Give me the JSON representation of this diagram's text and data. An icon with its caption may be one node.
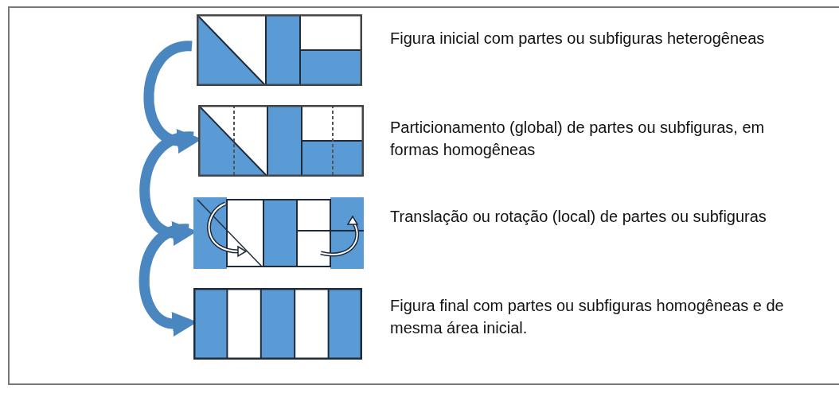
{
  "diagram": {
    "nodes": [
      {
        "text": [],
        "shape": "picture",
        "beside": [
          "Figura inicial com partes ou subfiguras heterogêneas"
        ]
      },
      {
        "text": [],
        "shape": "picture",
        "beside": [
          "Particionamento (global) de partes ou subfiguras, em formas homogêneas"
        ]
      },
      {
        "text": [],
        "shape": "picture",
        "beside": [
          "Translação ou rotação (local) de partes ou subfiguras"
        ]
      },
      {
        "text": [],
        "shape": "picture",
        "beside": [
          "Figura final com partes ou subfiguras homogêneas e de mesma área inicial."
        ]
      }
    ],
    "edges": [
      {
        "from": 0,
        "to": 1,
        "arrow": "to"
      },
      {
        "from": 1,
        "to": 2,
        "arrow": "to"
      },
      {
        "from": 2,
        "to": 3,
        "arrow": "to"
      }
    ]
  }
}
